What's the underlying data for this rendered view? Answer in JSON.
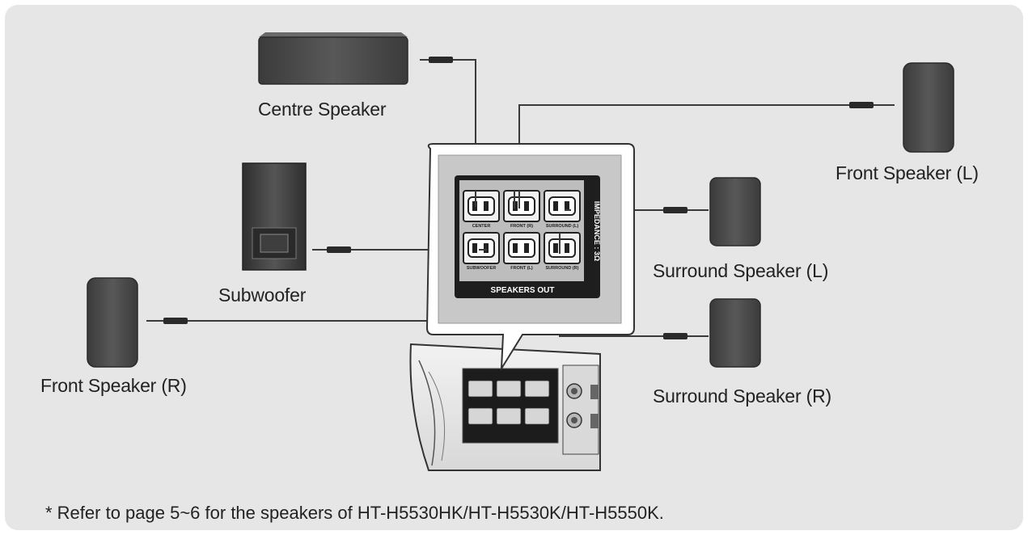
{
  "labels": {
    "centre": "Centre Speaker",
    "front_left": "Front Speaker (L)",
    "subwoofer": "Subwoofer",
    "surround_left": "Surround Speaker (L)",
    "front_right": "Front Speaker (R)",
    "surround_right": "Surround Speaker (R)"
  },
  "panel": {
    "title": "SPEAKERS OUT",
    "side_label": "IMPEDANCE : 3Ω",
    "terminals": [
      "CENTER",
      "FRONT (R)",
      "SURROUND (L)",
      "SUBWOOFER",
      "FRONT (L)",
      "SURROUND (R)"
    ]
  },
  "footnote": "* Refer to page 5~6 for the speakers of HT-H5530HK/HT-H5530K/HT-H5550K.",
  "colors": {
    "background": "#e6e6e6",
    "speaker_body": "#4a4a4a",
    "speaker_dark": "#2e2e2e",
    "wire": "#3a3a3a",
    "panel_bezel": "#c8c8c8"
  }
}
